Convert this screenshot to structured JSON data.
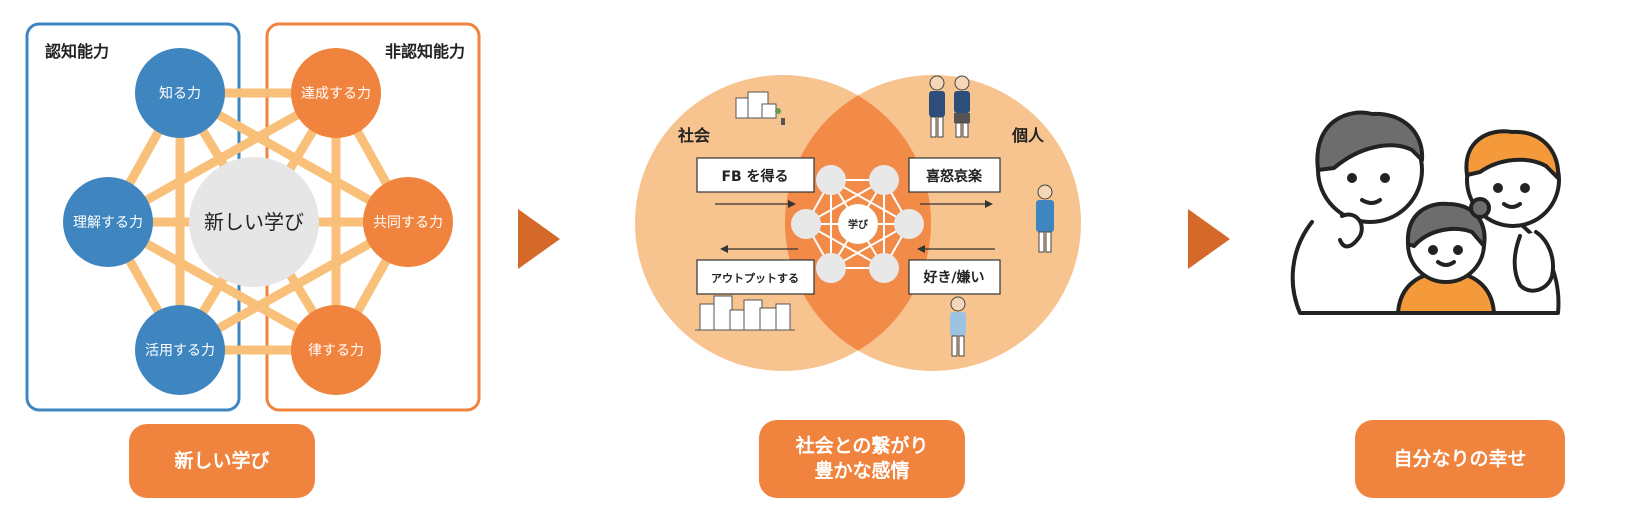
{
  "left": {
    "cognitive_label": "認知能力",
    "noncognitive_label": "非認知能力",
    "center_label": "新しい学び",
    "nodes": {
      "know": "知る力",
      "understand": "理解する力",
      "apply": "活用する力",
      "achieve": "達成する力",
      "cooperate": "共同する力",
      "discipline": "律する力"
    },
    "footer": "新しい学び"
  },
  "middle": {
    "society_label": "社会",
    "individual_label": "個人",
    "center_label": "学び",
    "boxes": {
      "feedback": "FB を得る",
      "output": "アウトプットする",
      "emotions": "喜怒哀楽",
      "likes": "好き/嫌い"
    },
    "footer_line1": "社会との繋がり",
    "footer_line2": "豊かな感情"
  },
  "right": {
    "footer": "自分なりの幸せ"
  },
  "colors": {
    "blue": "#3f86c1",
    "orange": "#f0843f",
    "light_orange": "#f7c48f",
    "link_orange": "#f9c07a",
    "arrow": "#d4692a",
    "center_gray": "#e6e6e6"
  }
}
